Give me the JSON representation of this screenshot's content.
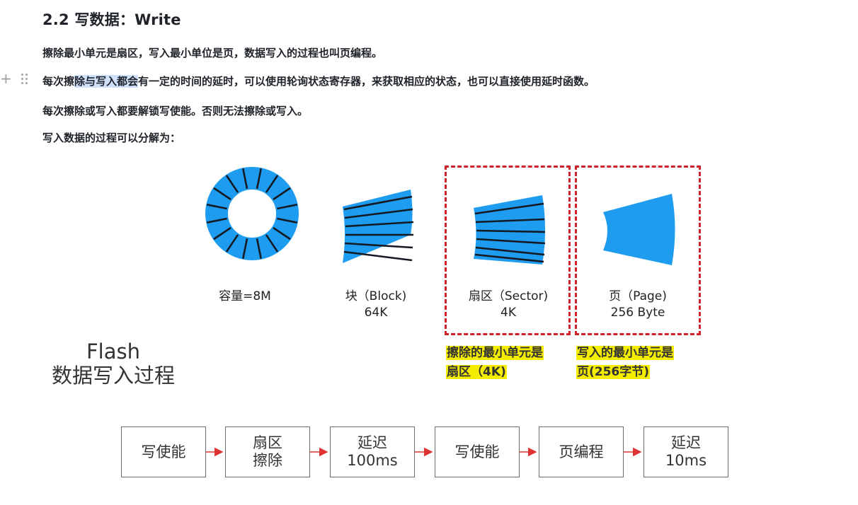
{
  "heading": "2.2 写数据：Write",
  "paragraphs": {
    "p1": "擦除最小单元是扇区，写入最小单位是页，数据写入的过程也叫页编程。",
    "p2_before": "每次擦",
    "p2_selected": "除与写入都会",
    "p2_after": "有一定的时间的延时，可以使用轮询状态寄存器，来获取相应的状态，也可以直接使用延时函数。",
    "p3": "每次擦除或写入都要解锁写使能。否则无法擦除或写入。",
    "p4": "写入数据的过程可以分解为："
  },
  "gutter": {
    "add_glyph": "+"
  },
  "figure": {
    "captions": {
      "capacity": "容量=8M",
      "block_line1": "块（Block)",
      "block_line2": "64K",
      "sector_line1": "扇区（Sector)",
      "sector_line2": "4K",
      "page_line1": "页（Page)",
      "page_line2": "256 Byte"
    },
    "flash_title_line1": "Flash",
    "flash_title_line2": "数据写入过程",
    "yellow_notes": {
      "erase_line1": "擦除的最小单元是",
      "erase_line2": "扇区（4K)",
      "write_line1": "写入的最小单元是",
      "write_line2": "页(256字节)"
    },
    "steps": [
      {
        "line1": "写使能",
        "line2": ""
      },
      {
        "line1": "扇区",
        "line2": "擦除"
      },
      {
        "line1": "延迟",
        "line2": "100ms"
      },
      {
        "line1": "写使能",
        "line2": ""
      },
      {
        "line1": "页编程",
        "line2": ""
      },
      {
        "line1": "延迟",
        "line2": "10ms"
      }
    ],
    "colors": {
      "shape_blue": "#1e9cf0",
      "dash_red": "#d0202a",
      "arrow_red": "#d33",
      "highlight_yellow": "#f5ed00"
    }
  }
}
